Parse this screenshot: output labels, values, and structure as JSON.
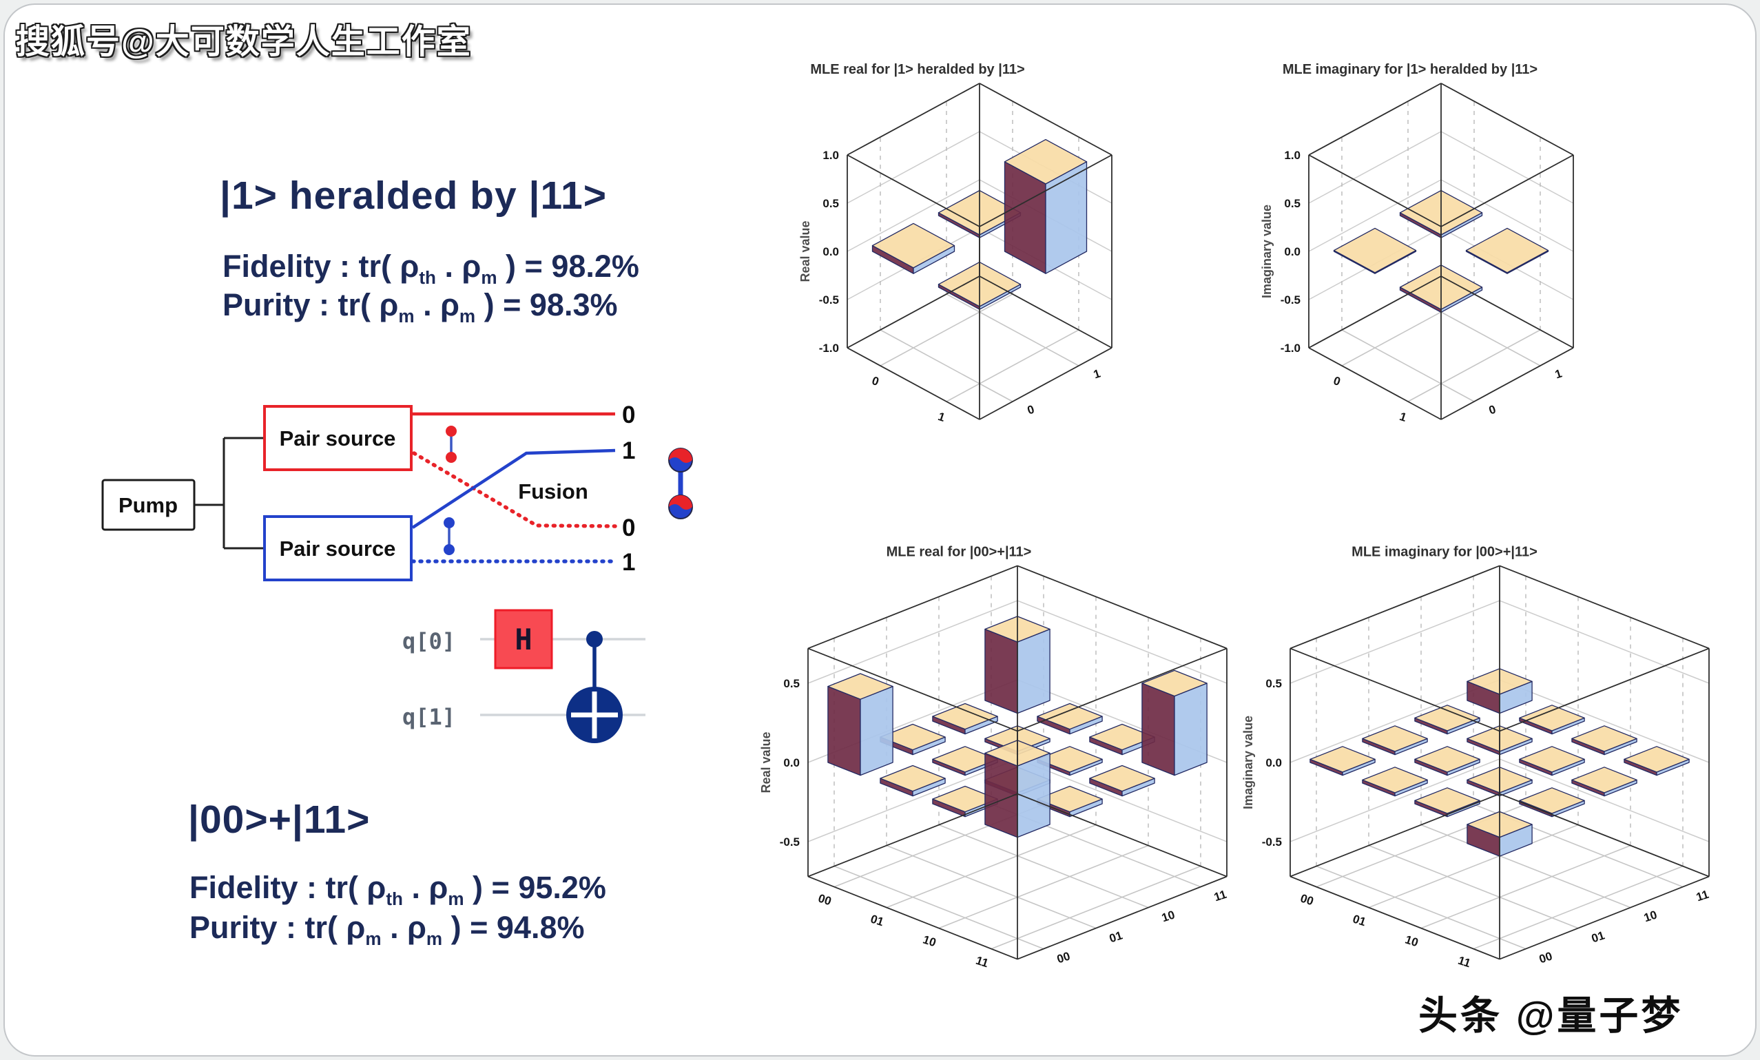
{
  "watermarks": {
    "top_left": "搜狐号@大可数学人生工作室",
    "bottom_right": "头条 @量子梦"
  },
  "sections": {
    "state1": {
      "title": "|1> heralded by |11>",
      "fidelity": [
        [
          "t",
          "Fidelity : tr( ρ"
        ],
        [
          "s",
          "th"
        ],
        [
          "t",
          " . ρ"
        ],
        [
          "s",
          "m"
        ],
        [
          "t",
          " ) = 98.2%"
        ]
      ],
      "purity": [
        [
          "t",
          "Purity : tr( ρ"
        ],
        [
          "s",
          "m"
        ],
        [
          "t",
          " . ρ"
        ],
        [
          "s",
          "m"
        ],
        [
          "t",
          " ) = 98.3%"
        ]
      ],
      "fidelity_value": "98.2%",
      "purity_value": "98.3%"
    },
    "state2": {
      "title": "|00>+|11>",
      "fidelity": [
        [
          "t",
          "Fidelity : tr( ρ"
        ],
        [
          "s",
          "th"
        ],
        [
          "t",
          " . ρ"
        ],
        [
          "s",
          "m"
        ],
        [
          "t",
          " ) = 95.2%"
        ]
      ],
      "purity": [
        [
          "t",
          "Purity : tr( ρ"
        ],
        [
          "s",
          "m"
        ],
        [
          "t",
          " . ρ"
        ],
        [
          "s",
          "m"
        ],
        [
          "t",
          " ) = 94.8%"
        ]
      ],
      "fidelity_value": "95.2%",
      "purity_value": "94.8%"
    }
  },
  "diagram": {
    "pump": "Pump",
    "pair_source_red": "Pair source",
    "pair_source_blue": "Pair source",
    "fusion": "Fusion",
    "outputs": [
      "0",
      "1",
      "0",
      "1"
    ],
    "colors": {
      "red": "#e82329",
      "blue": "#2342cb",
      "navy": "#0d2f86"
    }
  },
  "circuit": {
    "q0": "q[0]",
    "q1": "q[1]",
    "h": "H"
  },
  "chart_style": {
    "bar_top": "#f8dca6",
    "bar_left": "#6f2b45",
    "bar_right": "#a9c6ec",
    "edge": "#232a63"
  },
  "chart_data": [
    {
      "type": "bar3d",
      "title": "MLE real for |1> heralded by |11>",
      "zlabel": "Real value",
      "row_labels": [
        "0",
        "1"
      ],
      "col_labels": [
        "0",
        "1"
      ],
      "zticks": [
        1.0,
        0.5,
        0.0,
        -0.5,
        -1.0
      ],
      "zlim": [
        -1,
        1
      ],
      "values": [
        [
          0.06,
          0.03
        ],
        [
          0.03,
          0.93
        ]
      ]
    },
    {
      "type": "bar3d",
      "title": "MLE imaginary for |1> heralded by |11>",
      "zlabel": "Imaginary value",
      "row_labels": [
        "0",
        "1"
      ],
      "col_labels": [
        "0",
        "1"
      ],
      "zticks": [
        1.0,
        0.5,
        0.0,
        -0.5,
        -1.0
      ],
      "zlim": [
        -1,
        1
      ],
      "values": [
        [
          0.01,
          0.03
        ],
        [
          -0.03,
          0.01
        ]
      ]
    },
    {
      "type": "bar3d",
      "title": "MLE real for |00>+|11>",
      "zlabel": "Real value",
      "row_labels": [
        "00",
        "01",
        "10",
        "11"
      ],
      "col_labels": [
        "00",
        "01",
        "10",
        "11"
      ],
      "zticks": [
        0.5,
        0.0,
        -0.5
      ],
      "zlim": [
        -0.72,
        0.72
      ],
      "values": [
        [
          0.48,
          0.03,
          0.03,
          0.45
        ],
        [
          0.03,
          0.02,
          0.02,
          0.03
        ],
        [
          0.03,
          0.02,
          0.02,
          0.03
        ],
        [
          0.45,
          0.03,
          0.03,
          0.5
        ]
      ]
    },
    {
      "type": "bar3d",
      "title": "MLE imaginary for |00>+|11>",
      "zlabel": "Imaginary value",
      "row_labels": [
        "00",
        "01",
        "10",
        "11"
      ],
      "col_labels": [
        "00",
        "01",
        "10",
        "11"
      ],
      "zticks": [
        0.5,
        0.0,
        -0.5
      ],
      "zlim": [
        -0.72,
        0.72
      ],
      "values": [
        [
          0.02,
          0.02,
          0.02,
          0.12
        ],
        [
          0.02,
          0.02,
          0.02,
          0.02
        ],
        [
          0.02,
          0.02,
          0.02,
          0.02
        ],
        [
          -0.12,
          0.02,
          0.02,
          0.02
        ]
      ]
    }
  ]
}
